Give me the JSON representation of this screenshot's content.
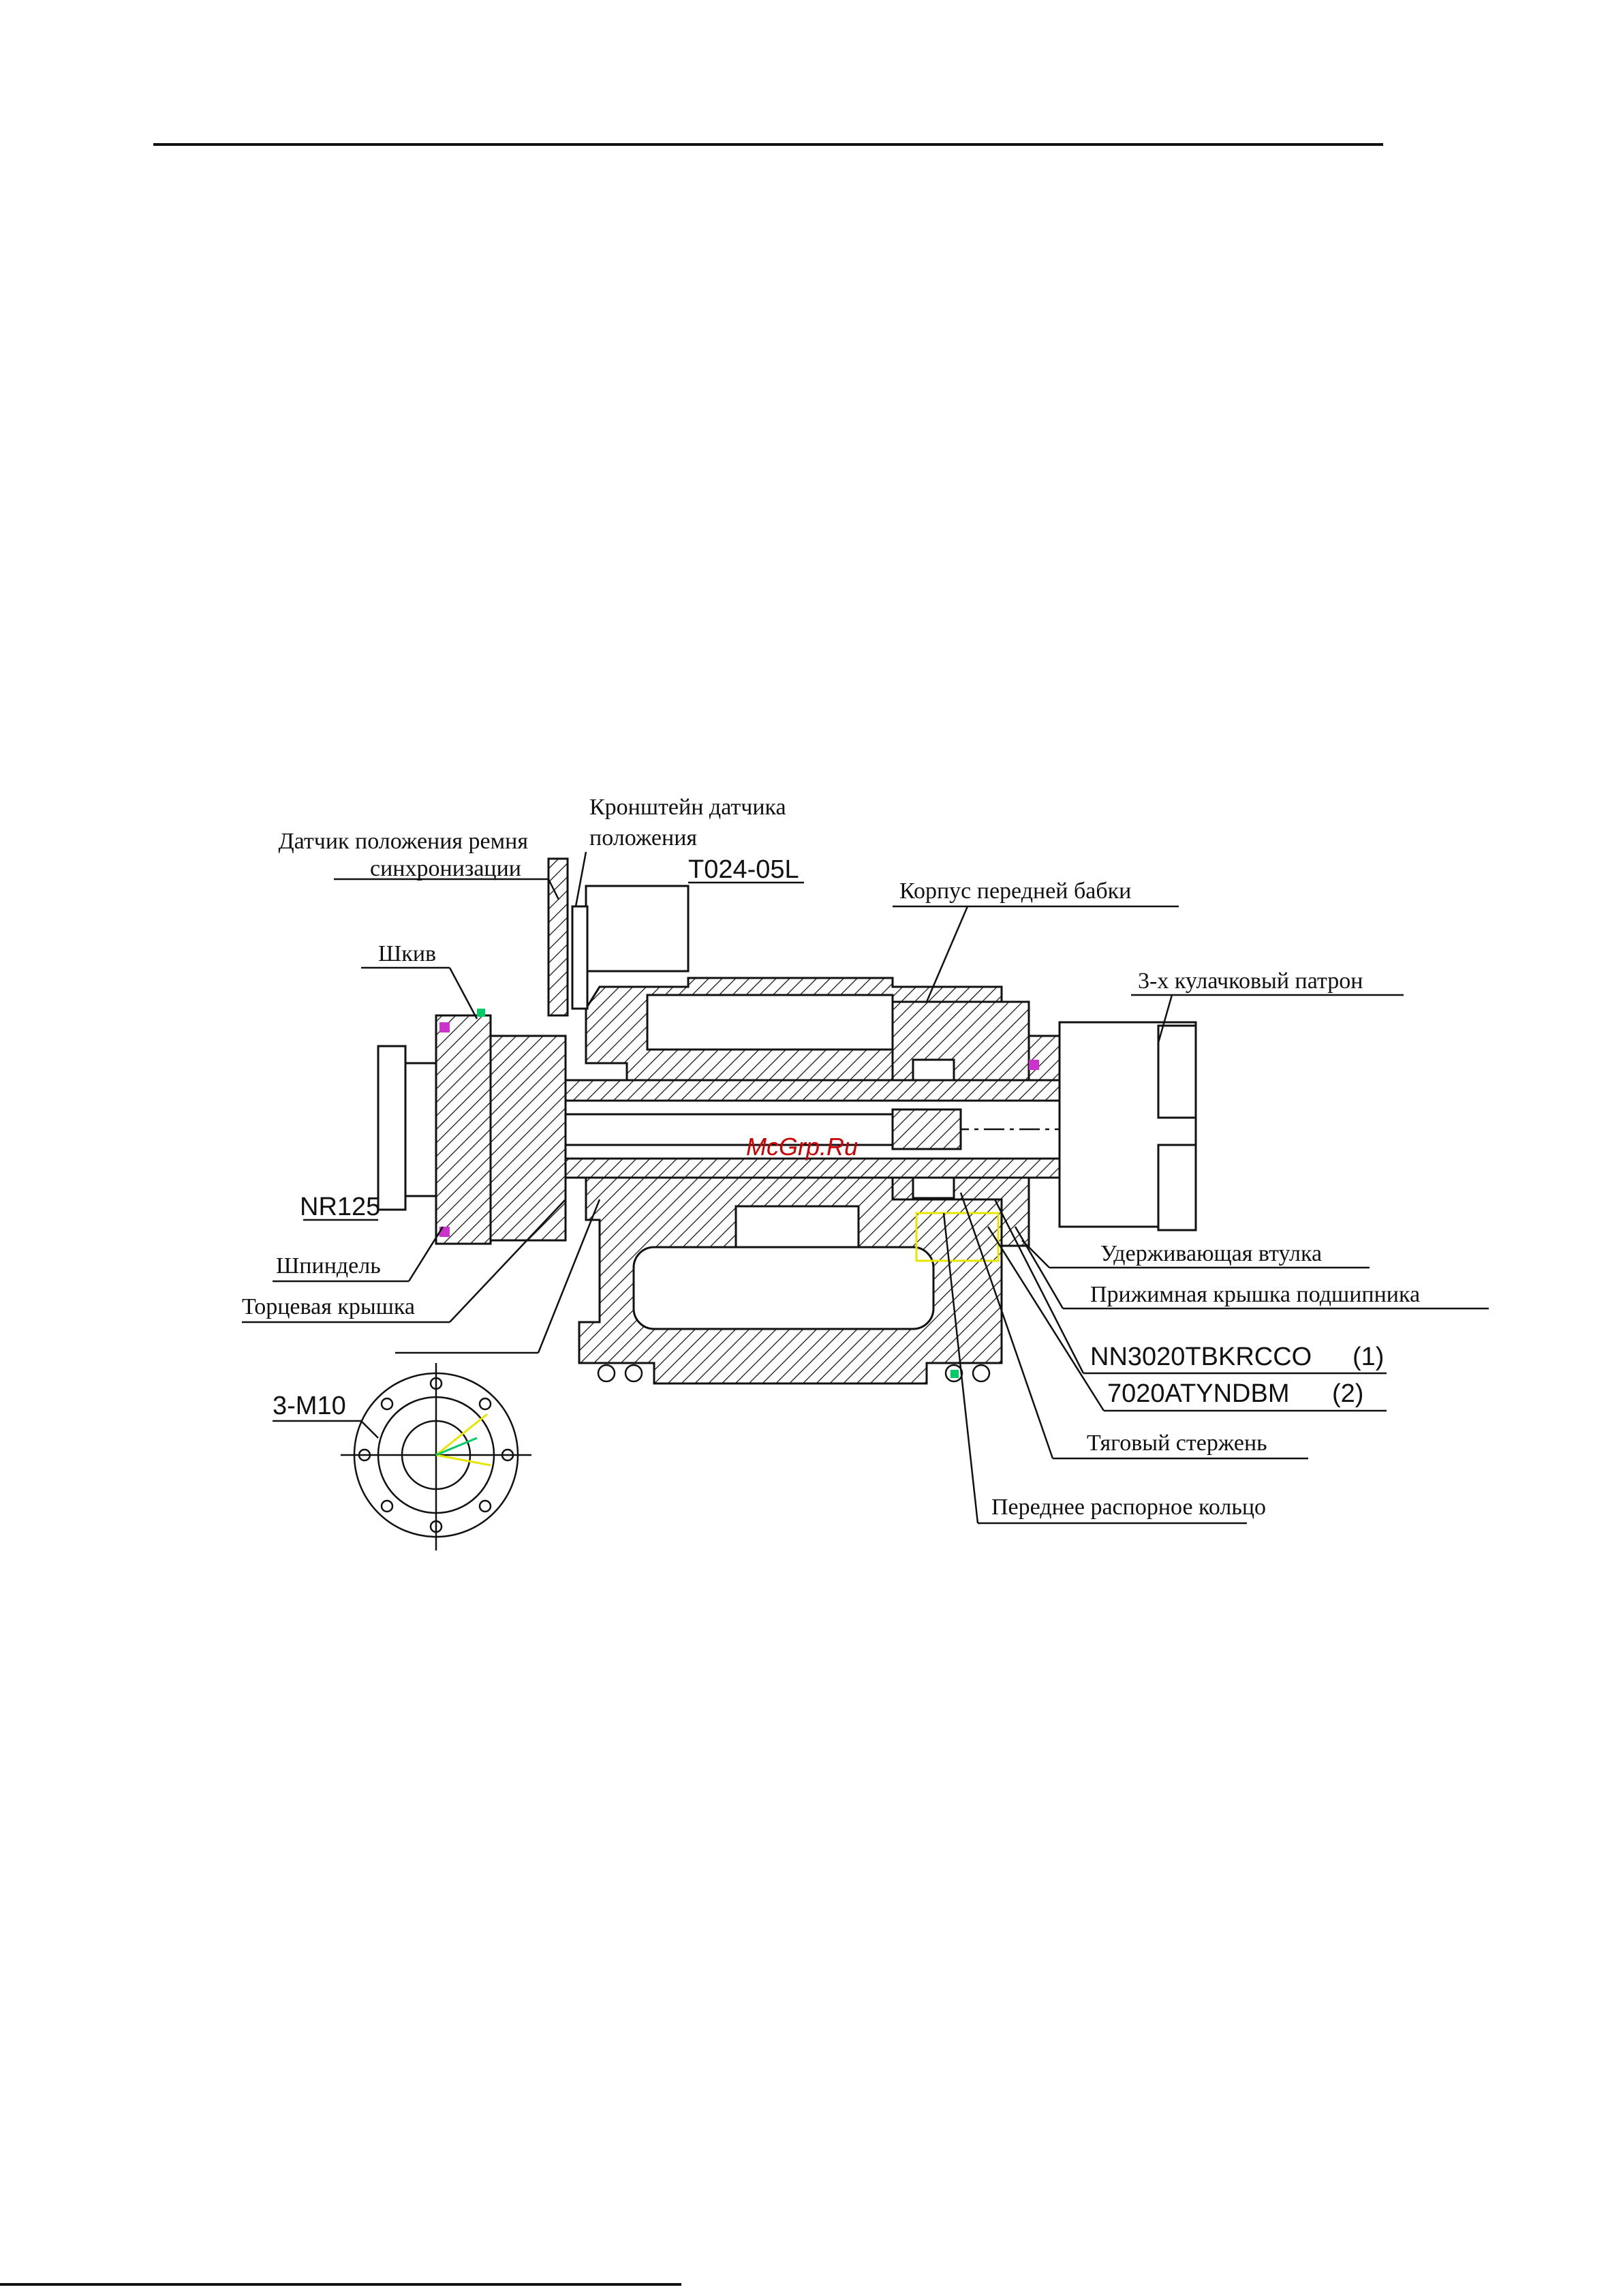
{
  "labels": {
    "sensor_belt_line1": "Датчик положения ремня",
    "sensor_belt_line2": "синхронизации",
    "bracket_line1": "Кронштейн датчика",
    "bracket_line2": "положения",
    "part_code": "T024-05L",
    "pulley": "Шкив",
    "headstock_body": "Корпус передней бабки",
    "chuck": "3-х кулачковый патрон",
    "nr125": "NR125",
    "spindle": "Шпиндель",
    "end_cover": "Торцевая крышка",
    "retaining_sleeve": "Удерживающая втулка",
    "bearing_cover": "Прижимная крышка подшипника",
    "bearing1_name": "NN3020TBKRCCO",
    "bearing1_num": "(1)",
    "bearing2_name": "7020ATYNDBM",
    "bearing2_num": "(2)",
    "draw_bar": "Тяговый стержень",
    "spacer_ring": "Переднее распорное кольцо",
    "m10": "3-M10",
    "watermark": "McGrp.Ru"
  },
  "colors": {
    "line": "#111111",
    "watermark": "#cc0000",
    "accent_magenta": "#cc33cc",
    "accent_green": "#00cc66",
    "accent_yellow": "#e6e600",
    "accent_red": "#ff0000"
  }
}
